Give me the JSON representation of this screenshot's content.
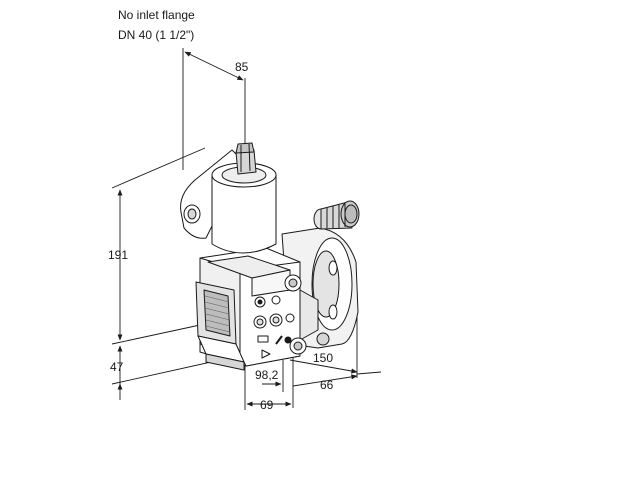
{
  "title": {
    "line1": "No inlet flange",
    "line2": "DN 40 (1 1/2\")"
  },
  "dimensions": {
    "top_width": "85",
    "height_total": "191",
    "height_lower": "47",
    "flange_offset": "150",
    "depth_a": "98,2",
    "depth_b": "66",
    "depth_c": "69"
  },
  "colors": {
    "line": "#1a1a1a",
    "body_fill": "#ffffff",
    "shade": "#d6d6d6"
  }
}
